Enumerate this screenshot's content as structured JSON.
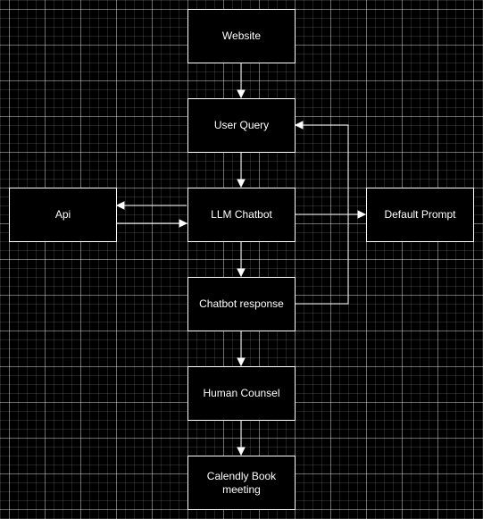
{
  "diagram": {
    "colors": {
      "background": "#000000",
      "stroke": "#ffffff",
      "text": "#ffffff"
    },
    "nodes": {
      "website": "Website",
      "user_query": "User Query",
      "api": "Api",
      "llm_chatbot": "LLM Chatbot",
      "default_prompt": "Default Prompt",
      "chatbot_response": "Chatbot response",
      "human_counsel": "Human Counsel",
      "calendly": "Calendly Book\nmeeting"
    },
    "edges": [
      {
        "from": "website",
        "to": "user_query"
      },
      {
        "from": "user_query",
        "to": "llm_chatbot"
      },
      {
        "from": "llm_chatbot",
        "to": "api"
      },
      {
        "from": "api",
        "to": "llm_chatbot"
      },
      {
        "from": "llm_chatbot",
        "to": "default_prompt"
      },
      {
        "from": "llm_chatbot",
        "to": "chatbot_response"
      },
      {
        "from": "chatbot_response",
        "to": "user_query"
      },
      {
        "from": "chatbot_response",
        "to": "human_counsel"
      },
      {
        "from": "human_counsel",
        "to": "calendly"
      }
    ]
  }
}
